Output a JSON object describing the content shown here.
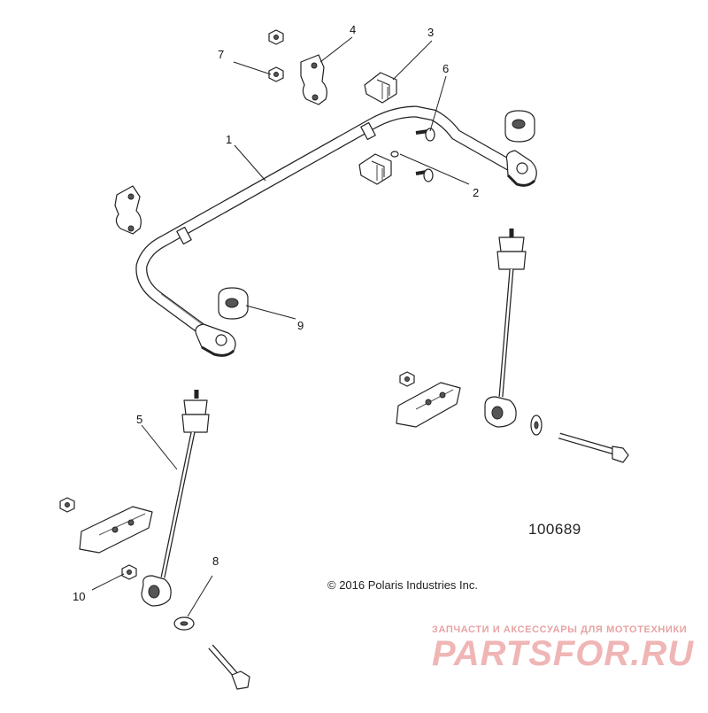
{
  "callouts": {
    "c1": "1",
    "c2": "2",
    "c3": "3",
    "c4": "4",
    "c5": "5",
    "c6": "6",
    "c7": "7",
    "c8": "8",
    "c9": "9",
    "c10": "10"
  },
  "diagram_id": "100689",
  "copyright": "© 2016 Polaris Industries Inc.",
  "watermark": {
    "tagline": "ЗАПЧАСТИ И АКСЕССУАРЫ ДЛЯ МОТОТЕХНИКИ",
    "brand": "PARTSFOR.RU"
  }
}
